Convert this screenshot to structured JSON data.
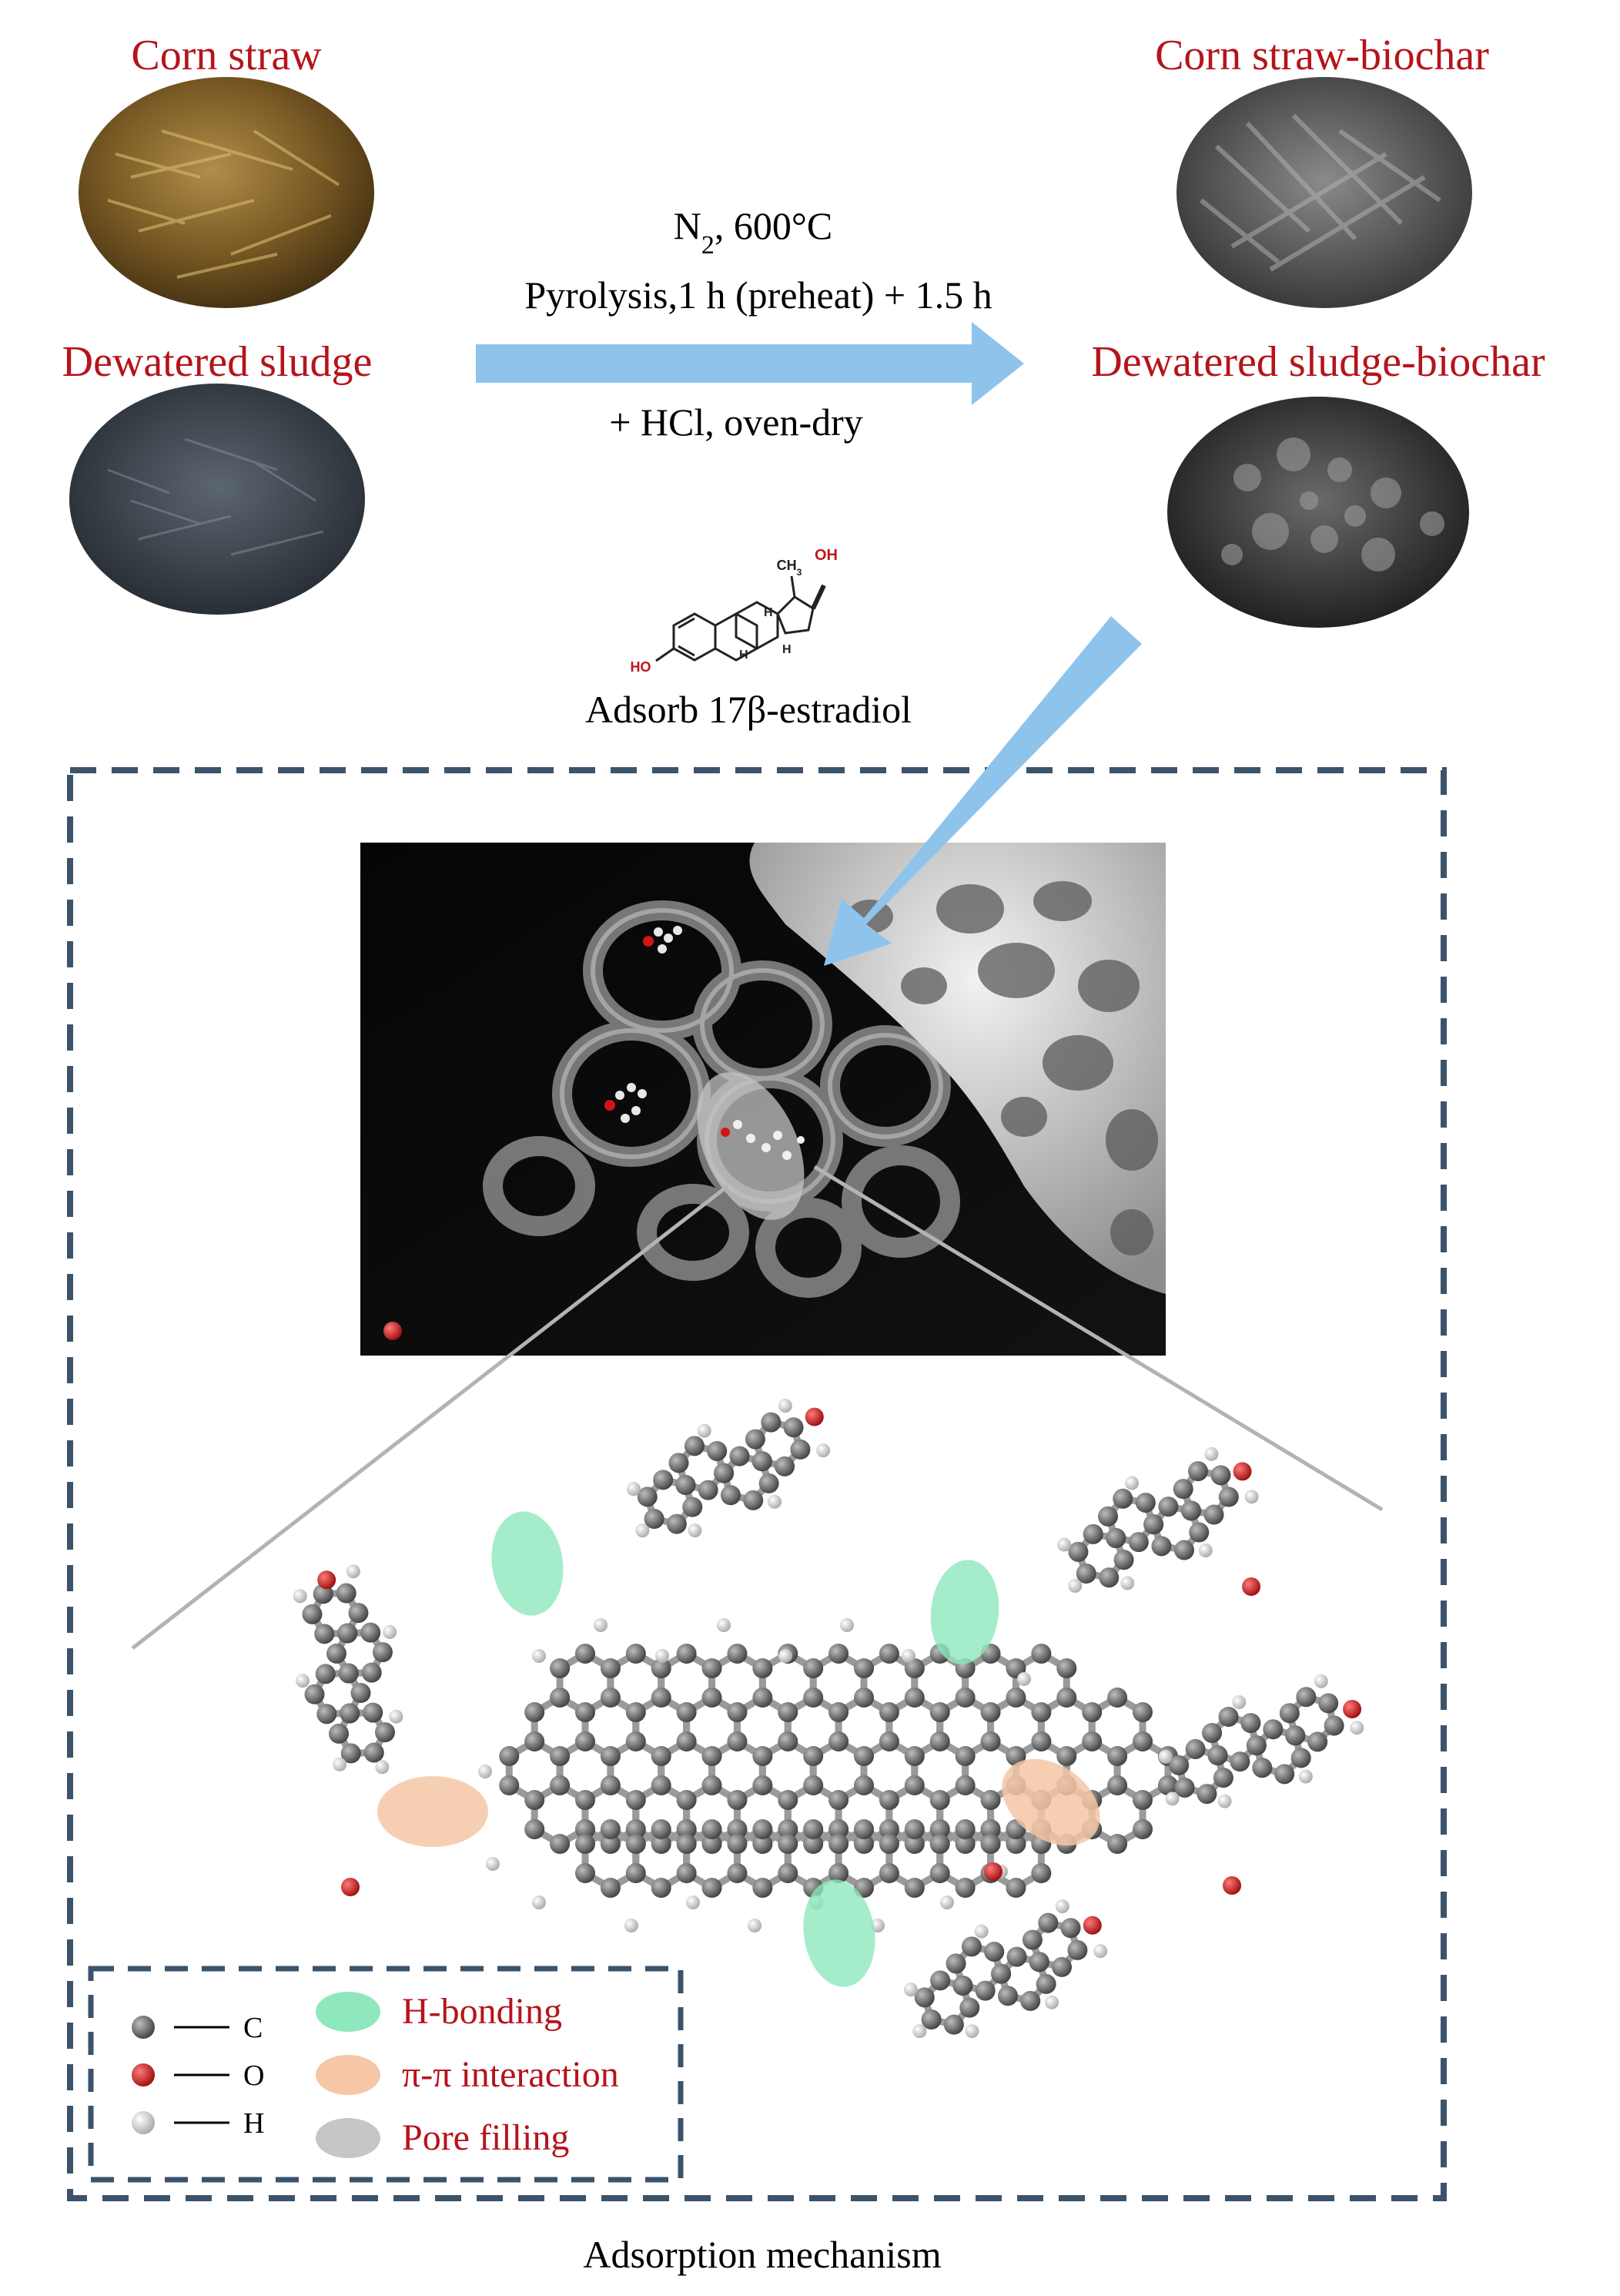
{
  "materials": {
    "raw_top": "Corn straw",
    "raw_bottom": "Dewatered sludge",
    "char_top": "Corn straw-biochar",
    "char_bottom": "Dewatered sludge-biochar"
  },
  "process": {
    "atmosphere_sym": "N",
    "atmosphere_sub": "2",
    "temperature": ", 600°C",
    "pyrolysis": "Pyrolysis,1 h (preheat) + 1.5 h",
    "treatment": "+ HCl, oven-dry"
  },
  "molecule": {
    "caption": "Adsorb 17β-estradiol",
    "oh_label": "OH",
    "ho_label": "HO",
    "ch3_label": "CH",
    "ch3_sub": "3",
    "h_label": "H"
  },
  "legend": {
    "atoms": [
      {
        "symbol": "C",
        "color": "#5a5a5a"
      },
      {
        "symbol": "O",
        "color": "#d11414"
      },
      {
        "symbol": "H",
        "color": "#d8d8d8"
      }
    ],
    "mechanisms": [
      {
        "label": "H-bonding",
        "color": "#8fe8bd"
      },
      {
        "label": "π-π interaction",
        "color": "#f5c7a6"
      },
      {
        "label": "Pore filling",
        "color": "#c6c6c6"
      }
    ]
  },
  "caption": "Adsorption mechanism",
  "colors": {
    "label_red": "#b5141b",
    "arrow_blue": "#8ec4ec",
    "frame_dash": "#3b536b"
  }
}
